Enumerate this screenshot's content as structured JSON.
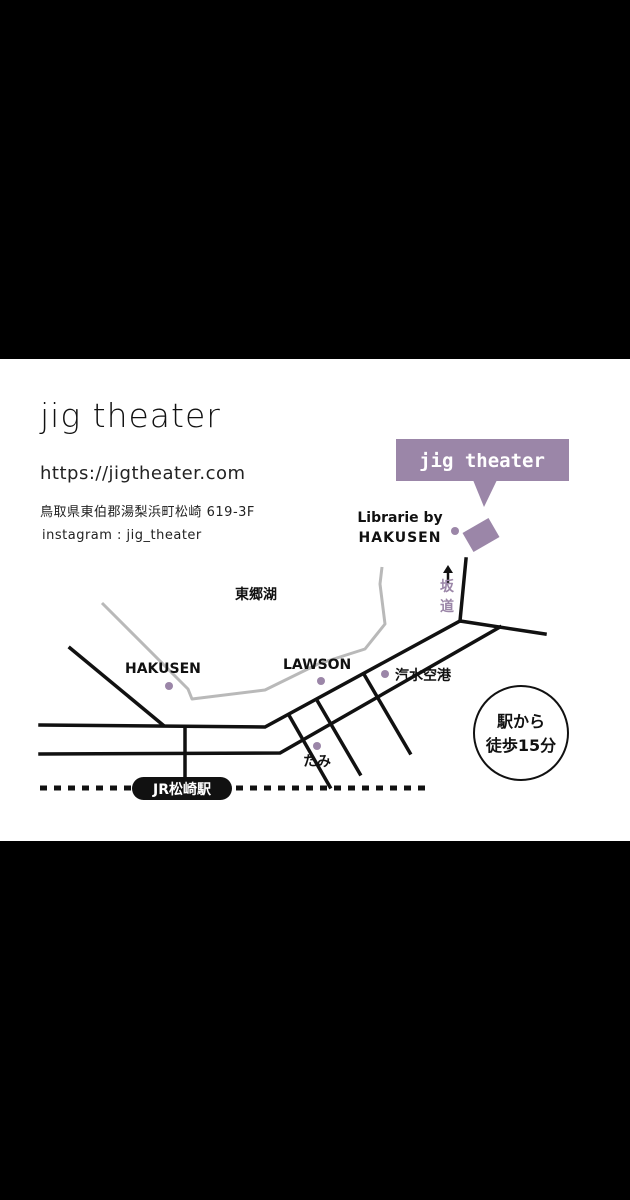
{
  "header": {
    "title": "jig theater",
    "url": "https://jigtheater.com",
    "address": "鳥取県東伯郡湯梨浜町松崎 619-3F",
    "instagram": "instagram : jig_theater"
  },
  "map": {
    "destination_label": "jig theater",
    "landmarks": {
      "librarie_line1": "Librarie by",
      "librarie_line2": "HAKUSEN",
      "lake": "東郷湖",
      "hakusen": "HAKUSEN",
      "lawson": "LAWSON",
      "kisui": "汽水空港",
      "tami": "たみ"
    },
    "slope_char1": "坂",
    "slope_char2": "道",
    "station_label": "JR松崎駅",
    "walk_line1": "駅から",
    "walk_line2": "徒歩15分"
  },
  "colors": {
    "accent": "#9b86a8",
    "road": "#111111",
    "shore": "#b9b9b9",
    "letterbox": "#000000"
  }
}
